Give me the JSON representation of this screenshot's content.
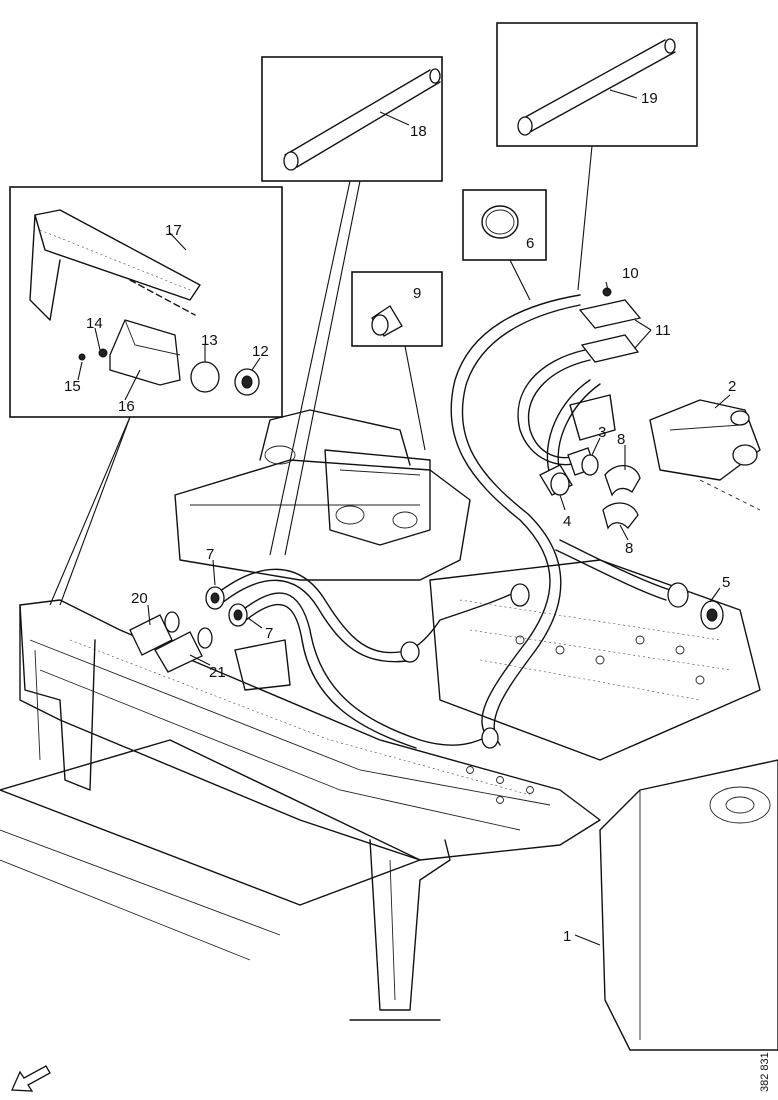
{
  "callouts": {
    "c1": "1",
    "c2": "2",
    "c3": "3",
    "c4": "4",
    "c5": "5",
    "c6": "6",
    "c7a": "7",
    "c7b": "7",
    "c8a": "8",
    "c8b": "8",
    "c9": "9",
    "c10": "10",
    "c11": "11",
    "c12": "12",
    "c13": "13",
    "c14": "14",
    "c15": "15",
    "c16": "16",
    "c17": "17",
    "c18": "18",
    "c19": "19",
    "c20": "20",
    "c21": "21"
  },
  "doc_id": "382 831",
  "icons": {
    "direction_arrow": "front-direction-arrow-icon"
  }
}
